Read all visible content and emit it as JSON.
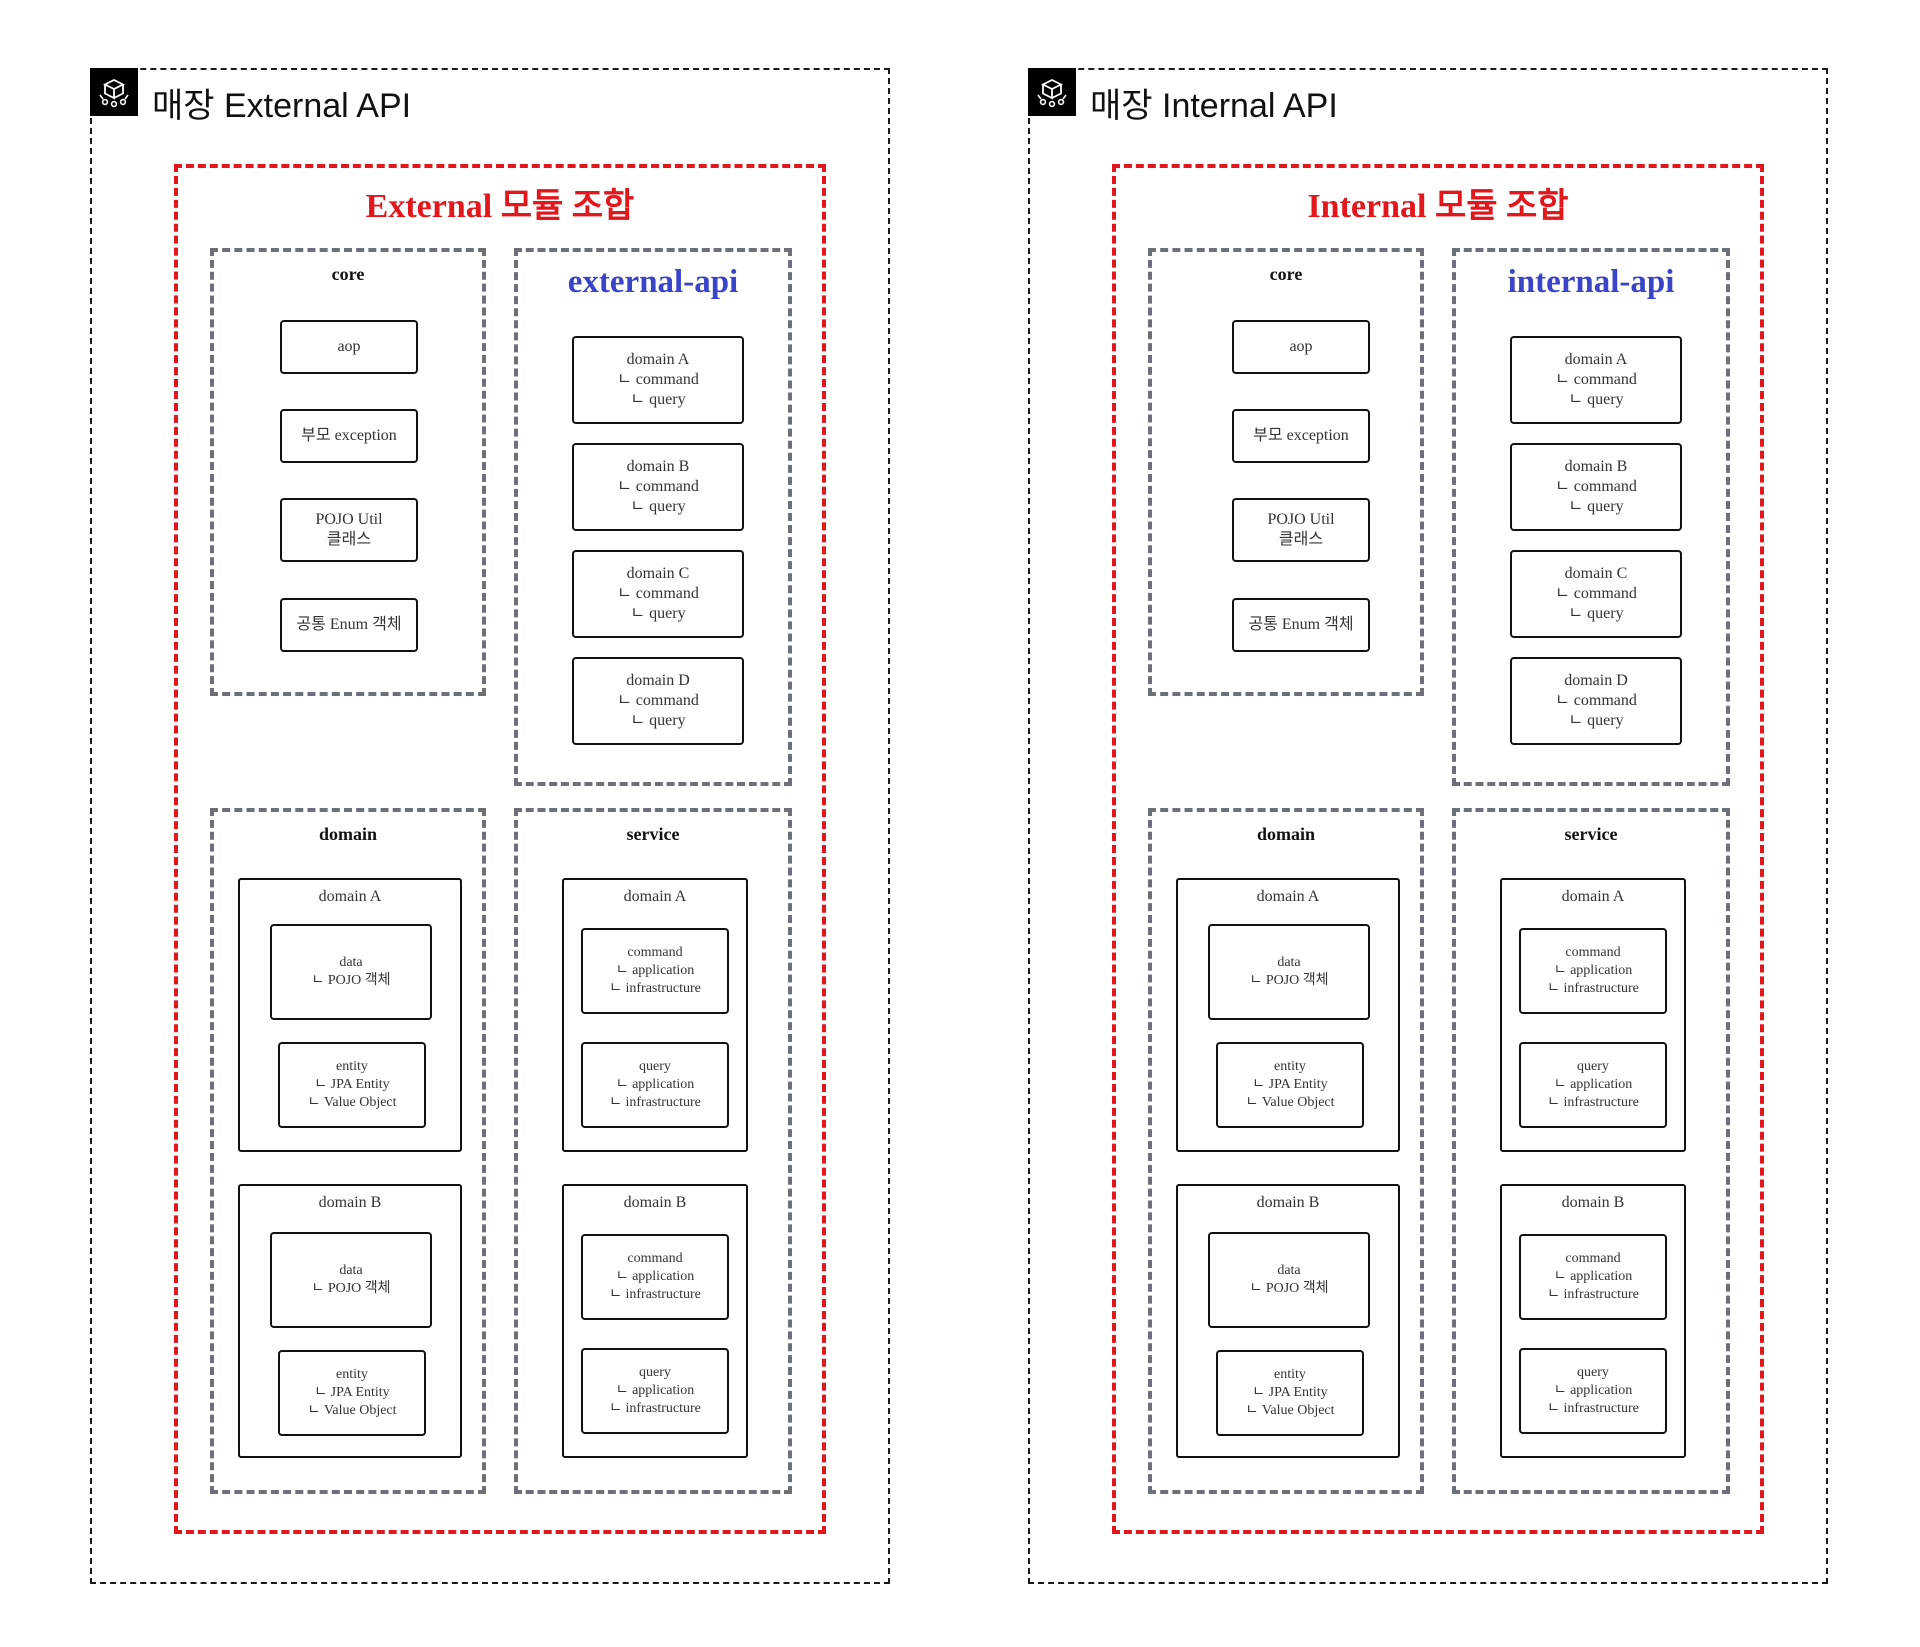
{
  "icon": "api-gateway-icon",
  "diagrams": [
    {
      "title": "매장 External API",
      "combo_title": "External 모듈 조합",
      "core": {
        "title": "core",
        "items": [
          [
            "aop"
          ],
          [
            "부모 exception"
          ],
          [
            "POJO Util",
            "클래스"
          ],
          [
            "공통 Enum 객체"
          ]
        ]
      },
      "api_module": {
        "title": "external-api",
        "items": [
          [
            "domain A",
            "ㄴ command",
            "ㄴ query"
          ],
          [
            "domain B",
            "ㄴ command",
            "ㄴ query"
          ],
          [
            "domain C",
            "ㄴ command",
            "ㄴ query"
          ],
          [
            "domain D",
            "ㄴ command",
            "ㄴ query"
          ]
        ]
      },
      "domain": {
        "title": "domain",
        "groups": [
          {
            "title": "domain A",
            "data": [
              "data",
              "ㄴ POJO 객체"
            ],
            "entity": [
              "entity",
              "ㄴ JPA Entity",
              "ㄴ Value Object"
            ]
          },
          {
            "title": "domain B",
            "data": [
              "data",
              "ㄴ POJO 객체"
            ],
            "entity": [
              "entity",
              "ㄴ JPA Entity",
              "ㄴ Value Object"
            ]
          }
        ]
      },
      "service": {
        "title": "service",
        "groups": [
          {
            "title": "domain A",
            "command": [
              "command",
              "ㄴ application",
              "ㄴ infrastructure"
            ],
            "query": [
              "query",
              "ㄴ application",
              "ㄴ infrastructure"
            ]
          },
          {
            "title": "domain B",
            "command": [
              "command",
              "ㄴ application",
              "ㄴ infrastructure"
            ],
            "query": [
              "query",
              "ㄴ application",
              "ㄴ infrastructure"
            ]
          }
        ]
      }
    },
    {
      "title": "매장 Internal API",
      "combo_title": "Internal 모듈 조합",
      "core": {
        "title": "core",
        "items": [
          [
            "aop"
          ],
          [
            "부모 exception"
          ],
          [
            "POJO Util",
            "클래스"
          ],
          [
            "공통 Enum 객체"
          ]
        ]
      },
      "api_module": {
        "title": "internal-api",
        "items": [
          [
            "domain A",
            "ㄴ command",
            "ㄴ query"
          ],
          [
            "domain B",
            "ㄴ command",
            "ㄴ query"
          ],
          [
            "domain C",
            "ㄴ command",
            "ㄴ query"
          ],
          [
            "domain D",
            "ㄴ command",
            "ㄴ query"
          ]
        ]
      },
      "domain": {
        "title": "domain",
        "groups": [
          {
            "title": "domain A",
            "data": [
              "data",
              "ㄴ POJO 객체"
            ],
            "entity": [
              "entity",
              "ㄴ JPA Entity",
              "ㄴ Value Object"
            ]
          },
          {
            "title": "domain B",
            "data": [
              "data",
              "ㄴ POJO 객체"
            ],
            "entity": [
              "entity",
              "ㄴ JPA Entity",
              "ㄴ Value Object"
            ]
          }
        ]
      },
      "service": {
        "title": "service",
        "groups": [
          {
            "title": "domain A",
            "command": [
              "command",
              "ㄴ application",
              "ㄴ infrastructure"
            ],
            "query": [
              "query",
              "ㄴ application",
              "ㄴ infrastructure"
            ]
          },
          {
            "title": "domain B",
            "command": [
              "command",
              "ㄴ application",
              "ㄴ infrastructure"
            ],
            "query": [
              "query",
              "ㄴ application",
              "ㄴ infrastructure"
            ]
          }
        ]
      }
    }
  ]
}
